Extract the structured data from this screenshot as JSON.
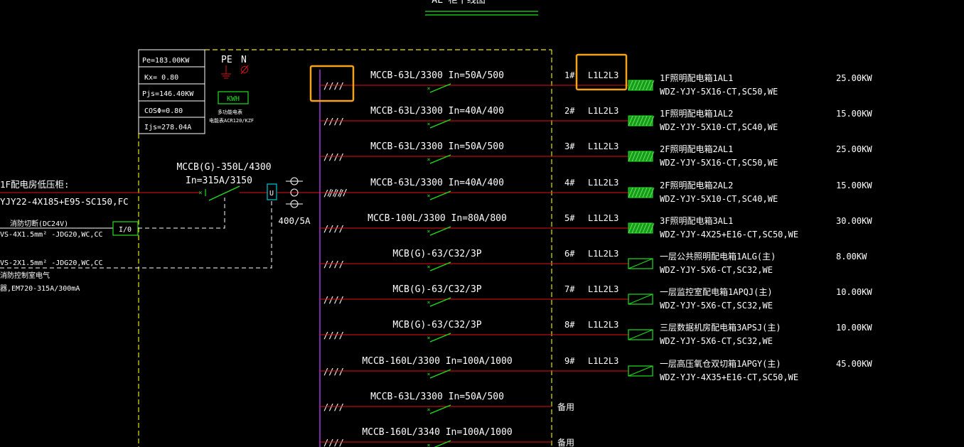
{
  "title": "AL 柜干线图",
  "params": [
    {
      "label": "Pe=183.00KW"
    },
    {
      "label": "Kx= 0.80"
    },
    {
      "label": "Pjs=146.40KW"
    },
    {
      "label": "COSΦ=0.80"
    },
    {
      "label": "Ijs=278.04A"
    }
  ],
  "pe_label": "PE",
  "n_label": "N",
  "meter_label": "KWH",
  "meter_note1": "多功能电表",
  "meter_note2": "电能表ACR120/KZF",
  "incoming": {
    "title": "1F配电房低压柜:",
    "cable": "YJY22-4X185+E95-SC150,FC",
    "fire_note": "消防切断(DC24V)",
    "fire_cable": "VS-4X1.5mm² -JDG20,WC,CC",
    "io_label": "I/0",
    "cable2": "VS-2X1.5mm² -JDG20,WC,CC",
    "monitor1": "消防控制室电气",
    "monitor2": "器,EM720-315A/300mA"
  },
  "main_breaker": {
    "model": "MCCB(G)-350L/4300",
    "rating": "In=315A/3150"
  },
  "ct_label": "400/5A",
  "u_label": "U",
  "circuits": [
    {
      "breaker": "MCCB-63L/3300  In=50A/500",
      "num": "1#",
      "phase": "L1L2L3",
      "name": "1F照明配电箱1AL1",
      "cable": "WDZ-YJY-5X16-CT,SC50,WE",
      "power": "25.00KW",
      "kind": "hatch"
    },
    {
      "breaker": "MCCB-63L/3300  In=40A/400",
      "num": "2#",
      "phase": "L1L2L3",
      "name": "1F照明配电箱1AL2",
      "cable": "WDZ-YJY-5X10-CT,SC40,WE",
      "power": "15.00KW",
      "kind": "hatch"
    },
    {
      "breaker": "MCCB-63L/3300  In=50A/500",
      "num": "3#",
      "phase": "L1L2L3",
      "name": "2F照明配电箱2AL1",
      "cable": "WDZ-YJY-5X16-CT,SC50,WE",
      "power": "25.00KW",
      "kind": "hatch"
    },
    {
      "breaker": "MCCB-63L/3300  In=40A/400",
      "num": "4#",
      "phase": "L1L2L3",
      "name": "2F照明配电箱2AL2",
      "cable": "WDZ-YJY-5X10-CT,SC40,WE",
      "power": "15.00KW",
      "kind": "hatch"
    },
    {
      "breaker": "MCCB-100L/3300  In=80A/800",
      "num": "5#",
      "phase": "L1L2L3",
      "name": "3F照明配电箱3AL1",
      "cable": "WDZ-YJY-4X25+E16-CT,SC50,WE",
      "power": "30.00KW",
      "kind": "hatch"
    },
    {
      "breaker": "MCB(G)-63/C32/3P",
      "num": "6#",
      "phase": "L1L2L3",
      "name": "一层公共照明配电箱1ALG(主)",
      "cable": "WDZ-YJY-5X6-CT,SC32,WE",
      "power": "8.00KW",
      "kind": "diag"
    },
    {
      "breaker": "MCB(G)-63/C32/3P",
      "num": "7#",
      "phase": "L1L2L3",
      "name": "一层监控室配电箱1APQJ(主)",
      "cable": "WDZ-YJY-5X6-CT,SC32,WE",
      "power": "10.00KW",
      "kind": "diag"
    },
    {
      "breaker": "MCB(G)-63/C32/3P",
      "num": "8#",
      "phase": "L1L2L3",
      "name": "三层数据机房配电箱3APSJ(主)",
      "cable": "WDZ-YJY-5X6-CT,SC32,WE",
      "power": "10.00KW",
      "kind": "diag"
    },
    {
      "breaker": "MCCB-160L/3300  In=100A/1000",
      "num": "9#",
      "phase": "L1L2L3",
      "name": "一层高压氧仓双切箱1APGY(主)",
      "cable": "WDZ-YJY-4X35+E16-CT,SC50,WE",
      "power": "45.00KW",
      "kind": "diag"
    },
    {
      "breaker": "MCCB-63L/3300  In=50A/500",
      "num": "备用",
      "phase": "",
      "name": "",
      "cable": "",
      "power": "",
      "kind": "none"
    },
    {
      "breaker": "MCCB-160L/3340  In=100A/1000",
      "num": "备用",
      "phase": "",
      "name": "",
      "cable": "",
      "power": "",
      "kind": "none"
    }
  ],
  "colors": {
    "background": "#000000",
    "line_red": "#e01414",
    "switch_green": "#1fe01f",
    "bus_magenta": "#c040ff",
    "frame_yellow": "#e6e600",
    "highlight_orange": "#f5a31a",
    "text_white": "#ffffff"
  }
}
